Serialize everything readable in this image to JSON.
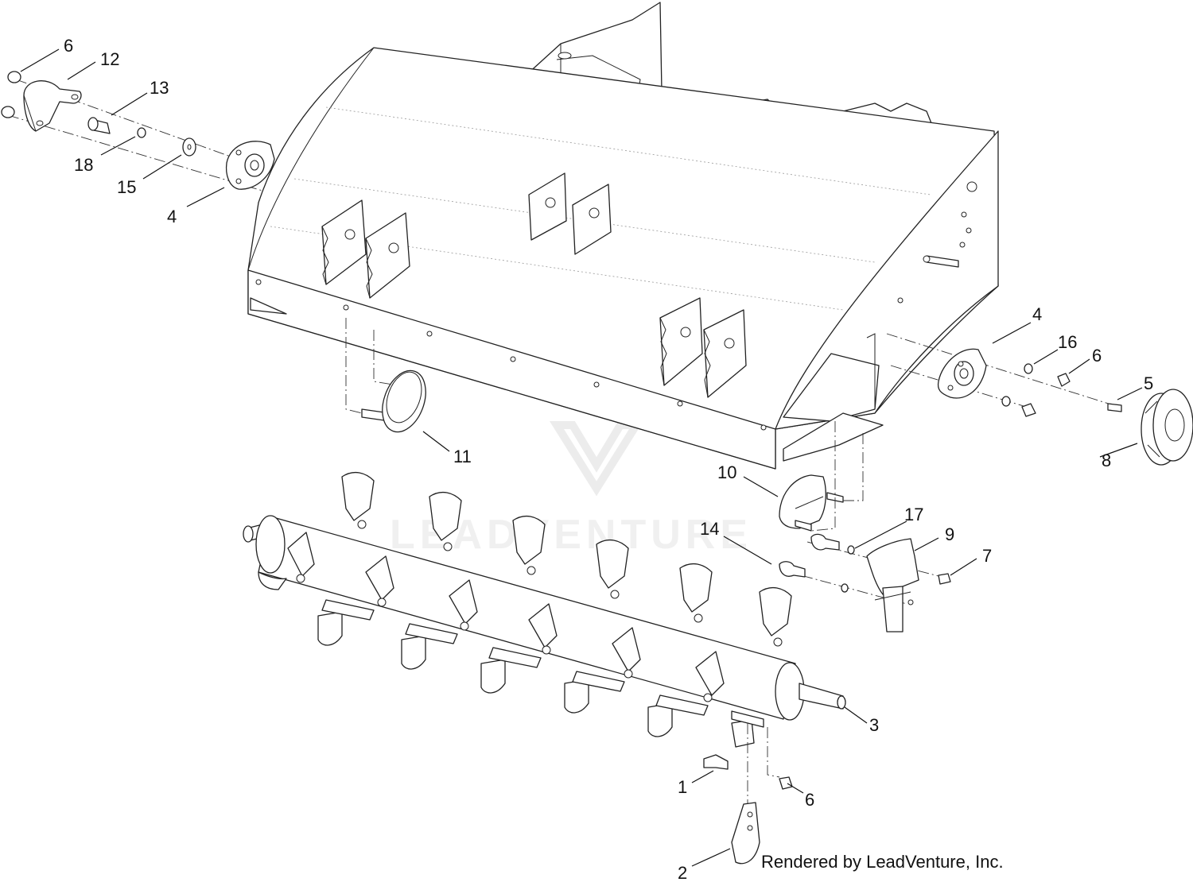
{
  "watermark": "LEADVENTURE",
  "credit": "Rendered by LeadVenture, Inc.",
  "callouts": {
    "c1": "1",
    "c2": "2",
    "c3": "3",
    "c4a": "4",
    "c4b": "4",
    "c5": "5",
    "c6a": "6",
    "c6b": "6",
    "c6c": "6",
    "c7": "7",
    "c8": "8",
    "c9": "9",
    "c10": "10",
    "c11": "11",
    "c12": "12",
    "c13": "13",
    "c14": "14",
    "c15": "15",
    "c16": "16",
    "c17": "17",
    "c18": "18"
  },
  "icons": {
    "parts": "exploded-parts-icons",
    "watermark": "leadventure-logo-icon"
  },
  "colors": {
    "line": "#222222",
    "background": "#ffffff",
    "watermark": "#ececec"
  }
}
